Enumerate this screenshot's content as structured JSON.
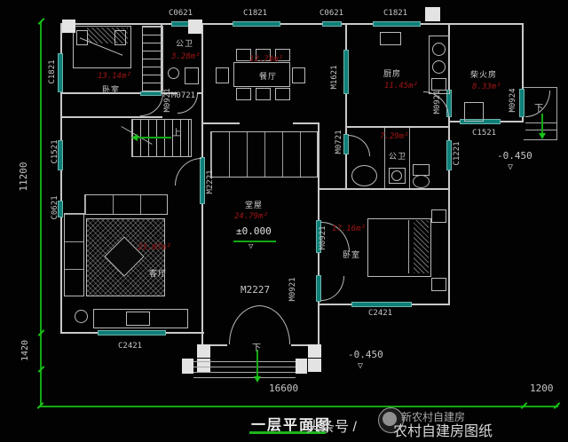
{
  "title": {
    "text": "一层平面图"
  },
  "watermark": {
    "prefix": "头条号 /",
    "brand": "新农村自建房",
    "brand2": "农村自建房图纸"
  },
  "dims": {
    "width_main": "16600",
    "width_right": "1200",
    "height_main": "11200",
    "height_porch": "1420"
  },
  "elev": {
    "zero": "±0.000",
    "minus_side": "-0.450",
    "minus_front": "-0.450",
    "marker": "▽"
  },
  "nav": {
    "up": "上",
    "down_side": "下",
    "down_front": "下"
  },
  "win": {
    "top1": "C0621",
    "top2": "C1821",
    "top3": "C0621",
    "top4": "C1821",
    "left1": "C1821",
    "left2": "C1521",
    "left3": "C0621",
    "right1": "C1221",
    "firewood": "C1521",
    "living": "C2421",
    "bedroom2": "C2421"
  },
  "door": {
    "bedroom1": "M0921",
    "toilet1": "M0721",
    "dining_kitchen": "M1621",
    "kitchen": "M0921",
    "firewood": "M0924",
    "bath": "M0721",
    "hall_living": "M2221",
    "bedroom2": "M0921",
    "hall_low": "M0921",
    "entrance": "M2227"
  },
  "rooms": {
    "bedroom1": {
      "name": "卧室",
      "area": "13.14m²"
    },
    "toilet1": {
      "name": "公卫",
      "area": "3.28m²"
    },
    "dining": {
      "name": "餐厅",
      "area": "12.74m²"
    },
    "kitchen": {
      "name": "厨房",
      "area": "11.45m²"
    },
    "firewood": {
      "name": "柴火房",
      "area": "8.33m²"
    },
    "bath": {
      "name": "公卫",
      "area": "7.29m²"
    },
    "hall": {
      "name": "堂屋",
      "area": "24.79m²"
    },
    "living": {
      "name": "客厅",
      "area": "23.07m²"
    },
    "bedroom2": {
      "name": "卧室",
      "area": "17.16m²"
    }
  },
  "colors": {
    "window": "#0d7f78",
    "dimension": "#14a814",
    "area_text": "#8a1414",
    "wall": "#c9c9c9"
  }
}
